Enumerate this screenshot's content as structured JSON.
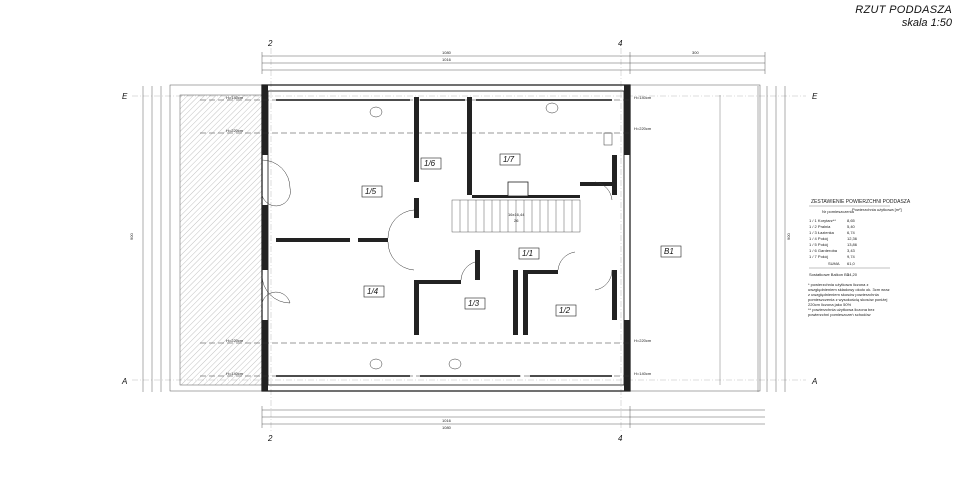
{
  "title": {
    "line1": "RZUT PODDASZA",
    "line2": "skala 1:50"
  },
  "axes": {
    "top_left": "2",
    "top_right": "4",
    "bottom_left": "2",
    "bottom_right": "4",
    "left_top": "E",
    "left_bottom": "A",
    "right_top": "E",
    "right_bottom": "A"
  },
  "rooms": [
    {
      "id": "1/5",
      "label": "1/5"
    },
    {
      "id": "1/6",
      "label": "1/6"
    },
    {
      "id": "1/7",
      "label": "1/7"
    },
    {
      "id": "1/4",
      "label": "1/4"
    },
    {
      "id": "1/3",
      "label": "1/3"
    },
    {
      "id": "1/2",
      "label": "1/2"
    },
    {
      "id": "1/1",
      "label": "1/1"
    },
    {
      "id": "B1",
      "label": "B1"
    }
  ],
  "dimensions": {
    "top_total": "1080",
    "top_inner": "1016",
    "top_right": "300",
    "left_total": "900",
    "right_total": "900",
    "stair": "16x16,44",
    "stair_note": "26",
    "bottom_total": "1080",
    "bottom_inner": "1016"
  },
  "height_marks": {
    "h140_tl": "H=140cm",
    "h220_tl": "H=220cm",
    "h140_tr": "H=140cm",
    "h220_tr": "H=220cm",
    "h220_bl": "H=220cm",
    "h140_bl": "H=140cm",
    "h220_br": "H=220cm",
    "h140_br": "H=140cm"
  },
  "legend": {
    "heading": "ZESTAWIENIE POWIERZCHNI PODDASZA",
    "col1": "Nr pomieszczenia",
    "col2": "Powierzchnia użytkowa [m²]",
    "rows": [
      {
        "name": "1 / 1 Korytarz**",
        "value": "8,65"
      },
      {
        "name": "1 / 2 Pralnia",
        "value": "5,40"
      },
      {
        "name": "1 / 3 Łazienka",
        "value": "6,74"
      },
      {
        "name": "1 / 4 Pokój",
        "value": "12,36"
      },
      {
        "name": "1 / 5 Pokój",
        "value": "13,86"
      },
      {
        "name": "1 / 6 Garderoba",
        "value": "3,43"
      },
      {
        "name": "1 / 7 Pokój",
        "value": "9,74"
      }
    ],
    "sum_label": "SUMA",
    "sum_value": "61,0",
    "balcony_label": "Sostatkowe Balkon B1",
    "balcony_value": "34,20",
    "note1": "* powierzchnia użytkowa liczona z uwzględnieniem składowy około ok. 3cm wraz z uwzględnieniem skosów powierzchnia pomieszczenia z wysokością skosów poniżej 220cm liczona jako 50%",
    "note2": "** powierzchnia użytkowa liczona bez powierzchni pomieszczeń schodów"
  }
}
